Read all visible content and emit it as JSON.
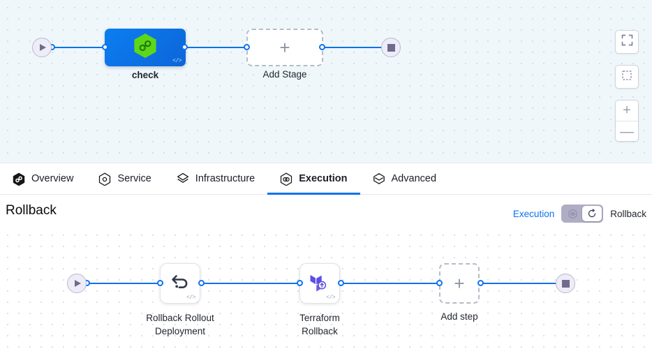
{
  "top_canvas": {
    "start_node": {
      "icon": "play-icon"
    },
    "stage": {
      "name": "check",
      "icon": "harness-hexagon-icon",
      "code_mark": "</>",
      "color": "#0b7ef0"
    },
    "add_stage": {
      "label": "Add Stage",
      "icon": "plus-icon"
    },
    "stop_node": {
      "icon": "stop-square-icon"
    },
    "controls": {
      "fit_screen": "fit-to-screen-icon",
      "selection": "selection-box-icon",
      "zoom_in": "+",
      "zoom_out": "—"
    }
  },
  "tabs": [
    {
      "label": "Overview",
      "icon": "harness-hexagon-icon",
      "active": false
    },
    {
      "label": "Service",
      "icon": "service-hexagon-icon",
      "active": false
    },
    {
      "label": "Infrastructure",
      "icon": "infrastructure-layers-icon",
      "active": false
    },
    {
      "label": "Execution",
      "icon": "execution-hexagon-icon",
      "active": true
    },
    {
      "label": "Advanced",
      "icon": "advanced-layers-icon",
      "active": false
    }
  ],
  "rollback_section": {
    "title": "Rollback",
    "toggle": {
      "left_label": "Execution",
      "right_label": "Rollback",
      "left_icon": "execution-hexagon-icon",
      "right_icon": "rollback-circle-arrow-icon",
      "selected": "Rollback",
      "track_color": "#aeadc4",
      "active_label_color": "#0e72ed"
    }
  },
  "bottom_canvas": {
    "start_node": {
      "icon": "play-icon"
    },
    "steps": [
      {
        "label": "Rollback Rollout\nDeployment",
        "icon": "rollback-arrow-icon",
        "code_mark": "</>"
      },
      {
        "label": "Terraform\nRollback",
        "icon": "terraform-icon",
        "code_mark": "</>"
      }
    ],
    "add_step": {
      "label": "Add step",
      "icon": "plus-icon"
    },
    "stop_node": {
      "icon": "stop-square-icon"
    }
  },
  "theme": {
    "edge_color": "#0e72ed",
    "accent": "#0e72ed",
    "canvas_top_bg": "#eff7fb",
    "canvas_bottom_bg": "#ffffff"
  }
}
